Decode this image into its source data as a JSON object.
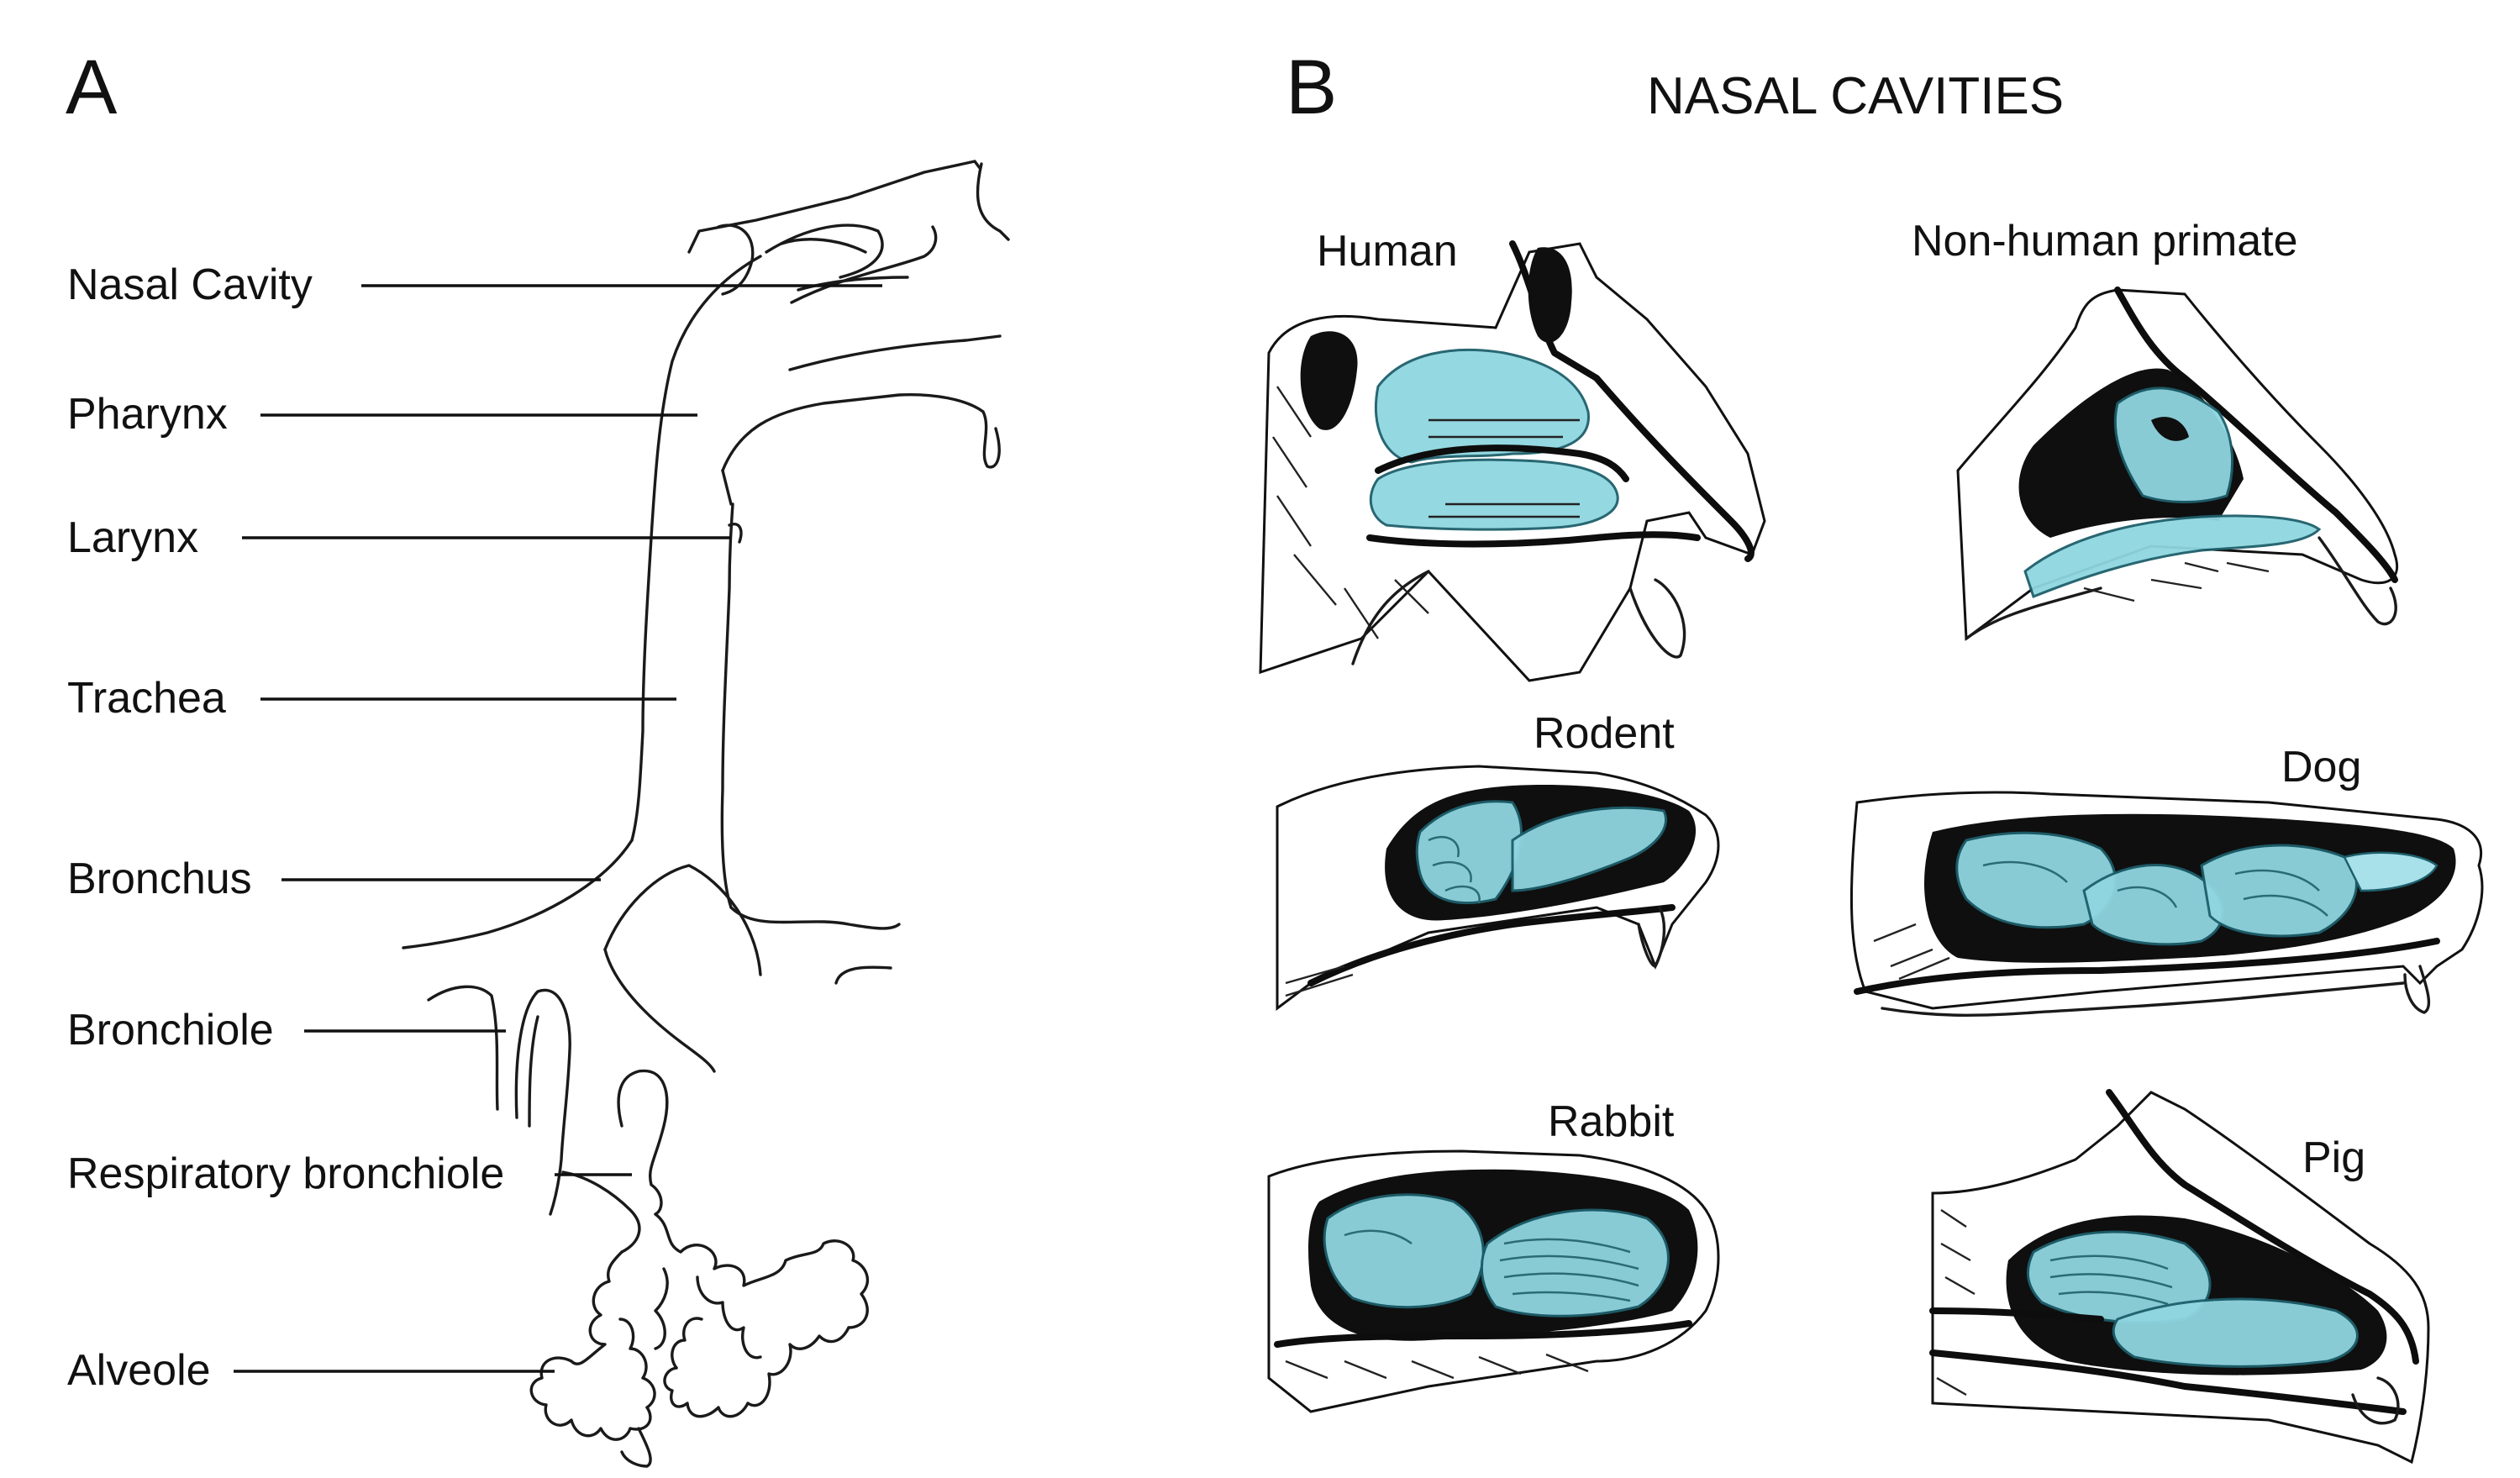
{
  "panel_a": {
    "letter": "A",
    "labels": [
      "Nasal Cavity",
      "Pharynx",
      "Larynx",
      "Trachea",
      "Bronchus",
      "Bronchiole",
      "Respiratory bronchiole",
      "Alveole"
    ]
  },
  "panel_b": {
    "letter": "B",
    "title": "NASAL CAVITIES",
    "species": [
      "Human",
      "Non-human primate",
      "Rodent",
      "Dog",
      "Rabbit",
      "Pig"
    ]
  },
  "colors": {
    "tissue": "#8fd6e0",
    "ink": "#111111",
    "background": "#ffffff"
  }
}
